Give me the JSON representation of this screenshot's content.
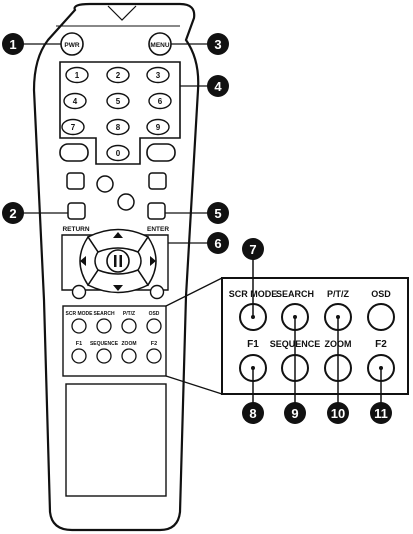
{
  "remote": {
    "pwr": "PWR",
    "menu": "MENU",
    "digits": [
      "1",
      "2",
      "3",
      "4",
      "5",
      "6",
      "7",
      "8",
      "9",
      "0"
    ],
    "return": "RETURN",
    "enter": "ENTER",
    "small_row1": [
      "SCR MODE",
      "SEARCH",
      "P/T/Z",
      "OSD"
    ],
    "small_row2": [
      "F1",
      "SEQUENCE",
      "ZOOM",
      "F2"
    ]
  },
  "zoom": {
    "row1": [
      "SCR MODE",
      "SEARCH",
      "P/T/Z",
      "OSD"
    ],
    "row2": [
      "F1",
      "SEQUENCE",
      "ZOOM",
      "F2"
    ]
  },
  "callouts": [
    "1",
    "2",
    "3",
    "4",
    "5",
    "6",
    "7",
    "8",
    "9",
    "10",
    "11"
  ]
}
